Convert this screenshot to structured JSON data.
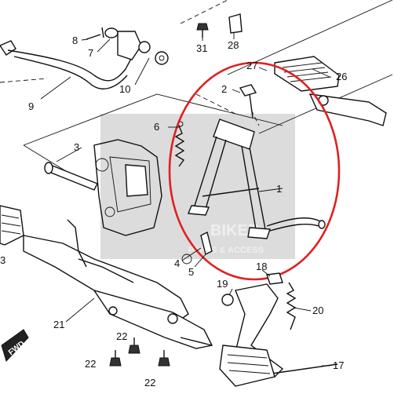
{
  "watermark": {
    "line1": "BIKER",
    "line2": "PARTS & ACCESS"
  },
  "fwd_badge": "FWD",
  "highlight_color": "#e02020",
  "part_numbers": {
    "p1": "1",
    "p2": "2",
    "p3a": "3",
    "p3b": "3",
    "p4": "4",
    "p5": "5",
    "p6": "6",
    "p7": "7",
    "p8": "8",
    "p9": "9",
    "p10": "10",
    "p17": "17",
    "p18": "18",
    "p19": "19",
    "p20": "20",
    "p21": "21",
    "p22a": "22",
    "p22b": "22",
    "p22c": "22",
    "p26": "26",
    "p27": "27",
    "p28": "28",
    "p31": "31"
  }
}
